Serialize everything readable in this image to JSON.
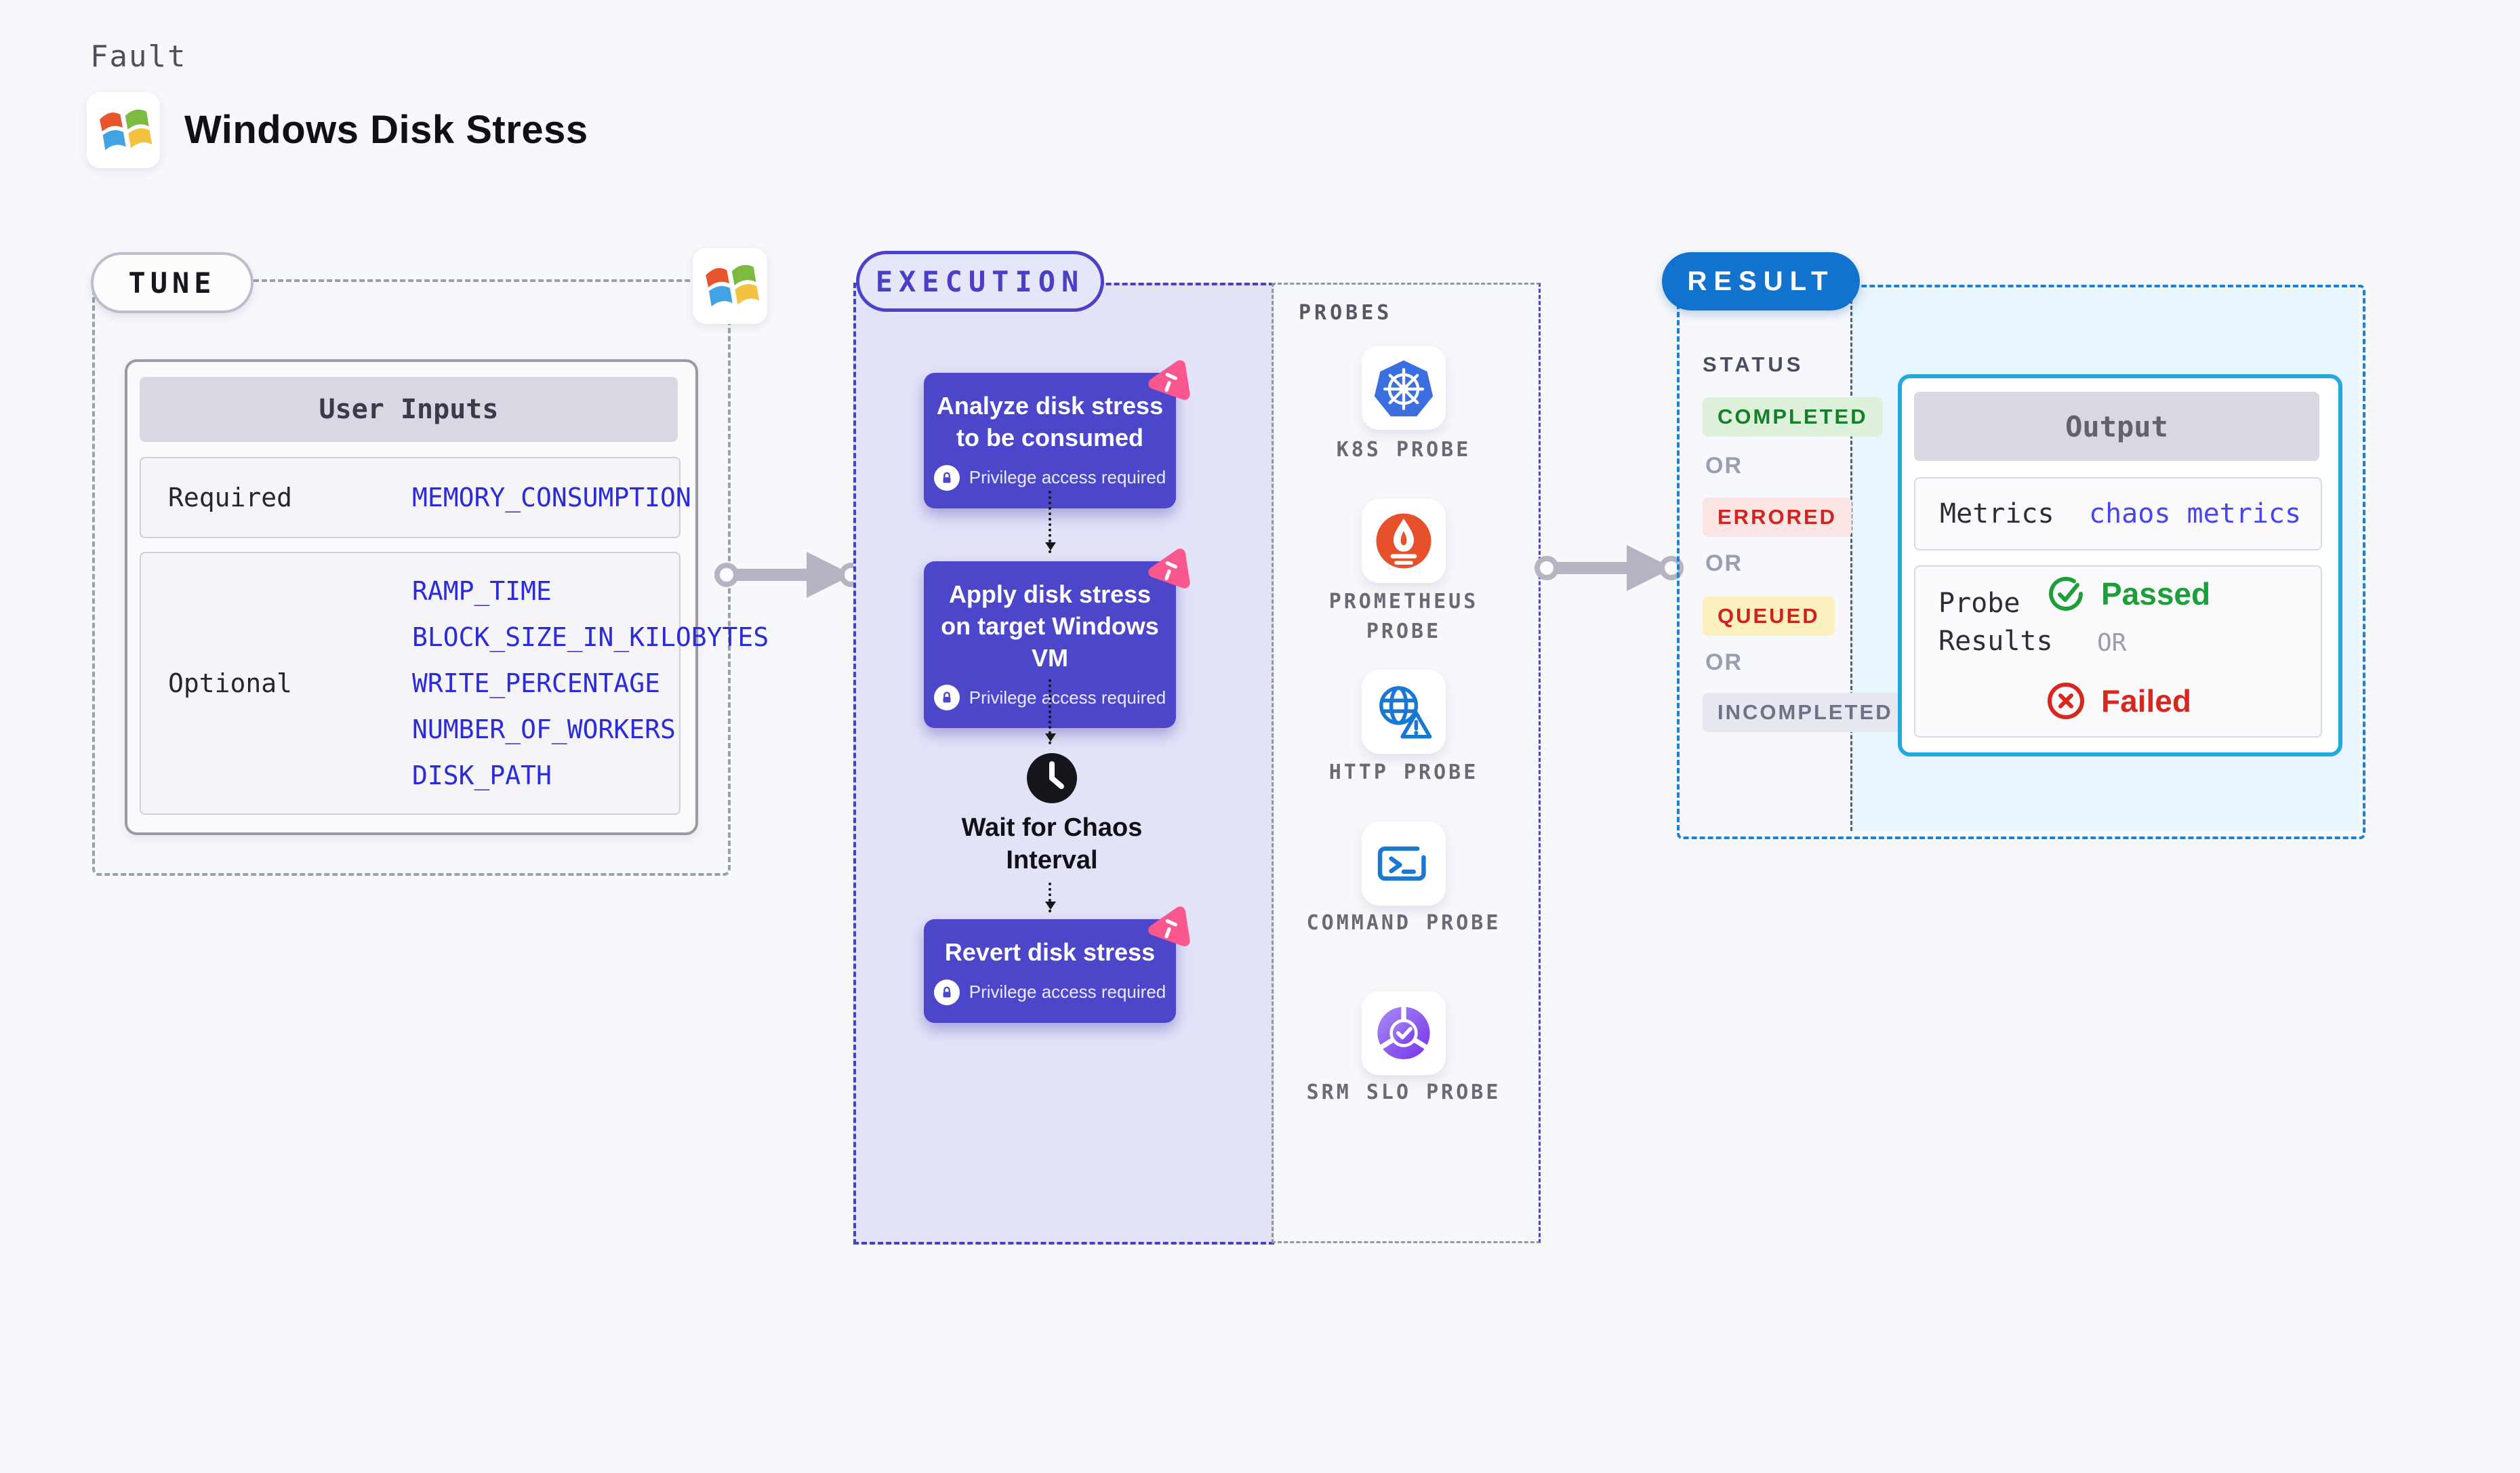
{
  "header": {
    "kicker": "Fault",
    "title": "Windows Disk Stress"
  },
  "tune": {
    "label": "TUNE",
    "table_title": "User Inputs",
    "required_label": "Required",
    "required_params": [
      "MEMORY_CONSUMPTION"
    ],
    "optional_label": "Optional",
    "optional_params": [
      "RAMP_TIME",
      "BLOCK_SIZE_IN_KILOBYTES",
      "WRITE_PERCENTAGE",
      "NUMBER_OF_WORKERS",
      "DISK_PATH"
    ]
  },
  "execution": {
    "label": "EXECUTION",
    "steps": [
      {
        "title": "Analyze disk stress to be consumed",
        "badge": "Privilege access required"
      },
      {
        "title": "Apply disk stress on target Windows VM",
        "badge": "Privilege access required"
      },
      {
        "title": "Revert disk stress",
        "badge": "Privilege access required"
      }
    ],
    "wait_step": "Wait for Chaos Interval"
  },
  "probes": {
    "label": "PROBES",
    "items": [
      {
        "icon": "kubernetes",
        "label": "K8S PROBE"
      },
      {
        "icon": "prometheus",
        "label": "PROMETHEUS PROBE"
      },
      {
        "icon": "http",
        "label": "HTTP PROBE"
      },
      {
        "icon": "command",
        "label": "COMMAND PROBE"
      },
      {
        "icon": "srm-slo",
        "label": "SRM SLO PROBE"
      }
    ]
  },
  "result": {
    "label": "RESULT",
    "status_label": "STATUS",
    "or_label": "OR",
    "statuses": [
      {
        "text": "COMPLETED",
        "bg": "#dcf0da",
        "color": "#157f2a"
      },
      {
        "text": "ERRORED",
        "bg": "#fbe4e4",
        "color": "#cf2521"
      },
      {
        "text": "QUEUED",
        "bg": "#fdf0c0",
        "color": "#cc2418"
      },
      {
        "text": "INCOMPLETED",
        "bg": "#e7e7ef",
        "color": "#6e7287"
      }
    ],
    "output": {
      "title": "Output",
      "metrics_label": "Metrics",
      "metrics_value": "chaos metrics",
      "probe_results_label": "Probe Results",
      "passed": "Passed",
      "or": "OR",
      "failed": "Failed"
    }
  },
  "colors": {
    "page_bg": "#f7f8fc",
    "node_indigo": "#4c46cb",
    "execution_bg": "#e3e3f8",
    "execution_border": "#4440c8",
    "result_border": "#1b80d6",
    "result_bg": "#e7f6fd",
    "output_border": "#27a7e0",
    "result_pill": "#1273cf",
    "param_blue": "#2b2bd8",
    "passed_green": "#1c9e38",
    "failed_red": "#d7281d",
    "chaos_pink": "#f9578d",
    "arrow_gray": "#b4b4c2"
  }
}
